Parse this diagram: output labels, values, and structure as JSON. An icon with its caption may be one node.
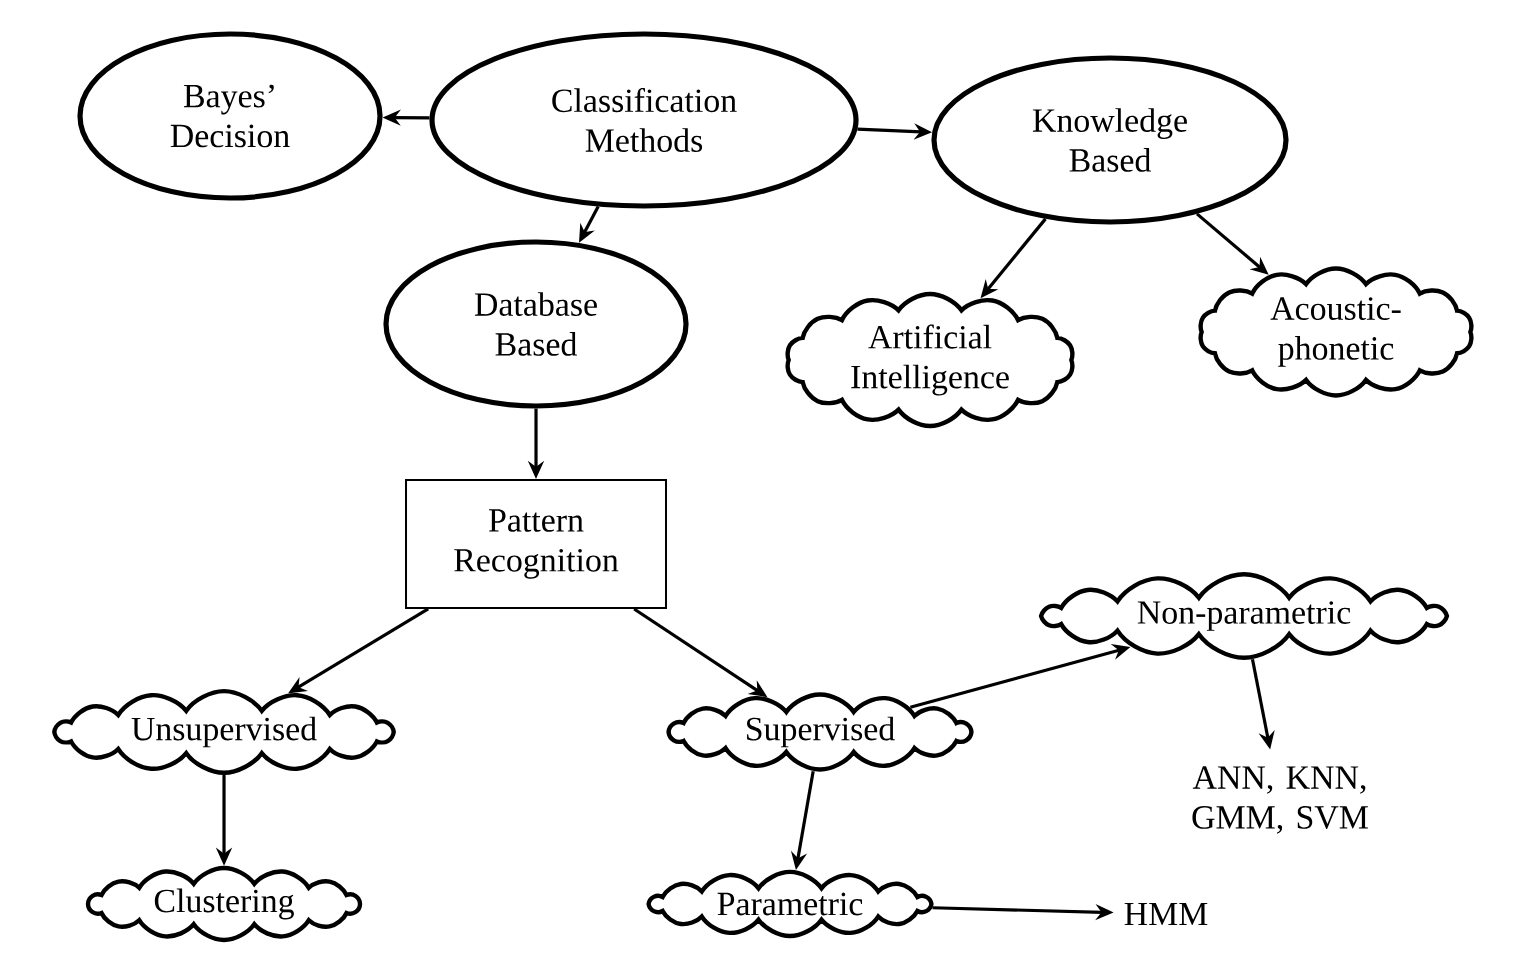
{
  "diagram": {
    "nodes": [
      {
        "text": [
          "Bayes’ Decision"
        ]
      },
      {
        "text": [
          "Classification Methods"
        ]
      },
      {
        "text": [
          "Knowledge Based"
        ]
      },
      {
        "text": [
          "Database Based"
        ]
      },
      {
        "text": [
          "Artificial Intelligence"
        ]
      },
      {
        "text": [
          "Acoustic-phonetic"
        ]
      },
      {
        "text": [
          "Pattern Recognition"
        ]
      },
      {
        "text": [
          "Non-parametric"
        ]
      },
      {
        "text": [
          "Unsupervised"
        ]
      },
      {
        "text": [
          "Supervised"
        ]
      },
      {
        "text": [
          "ANN, KNN, GMM, SVM"
        ]
      },
      {
        "text": [
          "Clustering"
        ]
      },
      {
        "text": [
          "Parametric"
        ]
      },
      {
        "text": [
          "HMM"
        ]
      }
    ],
    "edges": [
      {
        "from": 1,
        "to": 0,
        "arrow": "to"
      },
      {
        "from": 1,
        "to": 2,
        "arrow": "to"
      },
      {
        "from": 1,
        "to": 3,
        "arrow": "to"
      },
      {
        "from": 2,
        "to": 4,
        "arrow": "to"
      },
      {
        "from": 2,
        "to": 5,
        "arrow": "to"
      },
      {
        "from": 3,
        "to": 6,
        "arrow": "to"
      },
      {
        "from": 6,
        "to": 8,
        "arrow": "to"
      },
      {
        "from": 6,
        "to": 9,
        "arrow": "to"
      },
      {
        "from": 9,
        "to": 7,
        "arrow": "to"
      },
      {
        "from": 7,
        "to": 10,
        "arrow": "to"
      },
      {
        "from": 8,
        "to": 11,
        "arrow": "to"
      },
      {
        "from": 9,
        "to": 12,
        "arrow": "to"
      },
      {
        "from": 12,
        "to": 13,
        "arrow": "to"
      }
    ]
  }
}
